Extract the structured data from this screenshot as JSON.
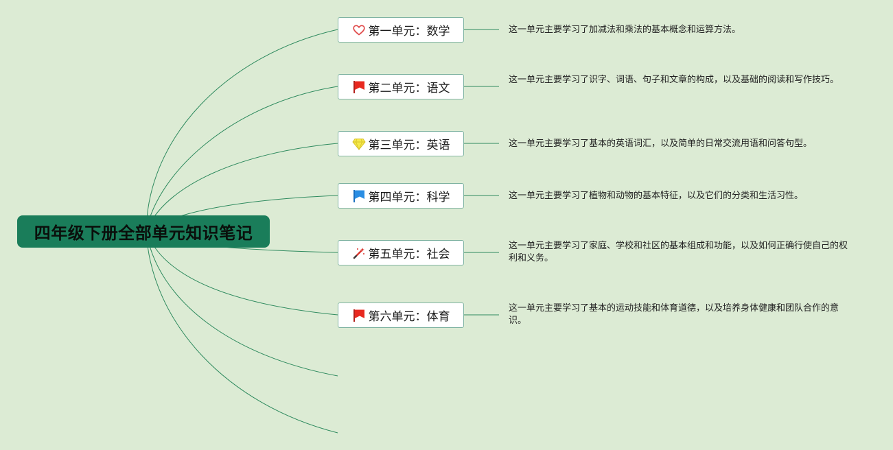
{
  "root": {
    "title": "四年级下册全部单元知识笔记"
  },
  "units": [
    {
      "label": "第一单元：数学",
      "icon": "heart-icon",
      "description": "这一单元主要学习了加减法和乘法的基本概念和运算方法。"
    },
    {
      "label": "第二单元：语文",
      "icon": "red-flag-icon",
      "description": "这一单元主要学习了识字、词语、句子和文章的构成，以及基础的阅读和写作技巧。"
    },
    {
      "label": "第三单元：英语",
      "icon": "diamond-icon",
      "description": "这一单元主要学习了基本的英语词汇，以及简单的日常交流用语和问答句型。"
    },
    {
      "label": "第四单元：科学",
      "icon": "blue-flag-icon",
      "description": "这一单元主要学习了植物和动物的基本特征，以及它们的分类和生活习性。"
    },
    {
      "label": "第五单元：社会",
      "icon": "magic-wand-icon",
      "description": "这一单元主要学习了家庭、学校和社区的基本组成和功能，以及如何正确行使自己的权利和义务。"
    },
    {
      "label": "第六单元：体育",
      "icon": "red-flag-icon",
      "description": "这一单元主要学习了基本的运动技能和体育道德，以及培养身体健康和团队合作的意识。"
    }
  ],
  "colors": {
    "background": "#dcebd4",
    "root_fill": "#1a7d5a",
    "branch_line": "#2e8a5e",
    "node_border": "#7fb3a2"
  }
}
